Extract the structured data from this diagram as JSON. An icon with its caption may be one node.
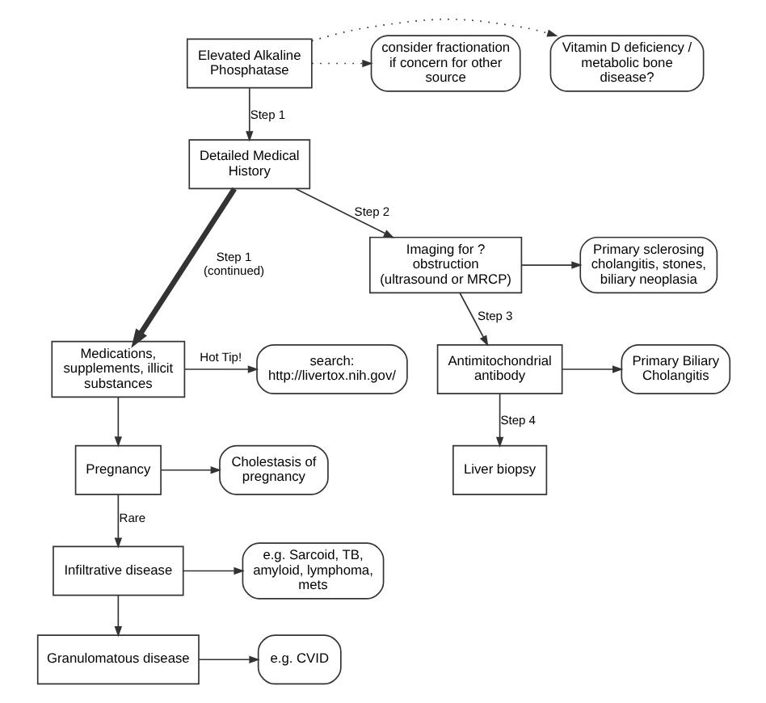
{
  "diagram": {
    "nodes": [
      {
        "text": [
          "Elevated Alkaline Phosphatase"
        ]
      },
      {
        "text": [
          "Vitamin D deficiency / metabolic bone disease?"
        ]
      },
      {
        "text": [
          "consider fractionation if concern for other source"
        ]
      },
      {
        "text": [
          "Detailed Medical History"
        ]
      },
      {
        "text": [
          "search: http://livertox.nih.gov/"
        ]
      },
      {
        "text": [
          "Medications, supplements, illicit substances"
        ]
      },
      {
        "text": [
          "Imaging for ? obstruction (ultrasound or MRCP)"
        ]
      },
      {
        "text": [
          "Primary sclerosing cholangitis, stones, biliary neoplasia"
        ]
      },
      {
        "text": [
          "Cholestasis of pregnancy"
        ]
      },
      {
        "text": [
          "Pregnancy"
        ]
      },
      {
        "text": [
          "e.g. Sarcoid, TB, amyloid, lymphoma, mets"
        ]
      },
      {
        "text": [
          "Infiltrative disease"
        ]
      },
      {
        "text": [
          "Antimitochondrial antibody"
        ]
      },
      {
        "text": [
          "Primary Biliary Cholangitis"
        ]
      },
      {
        "text": [
          "e.g. CVID"
        ]
      },
      {
        "text": [
          "Granulomatous disease"
        ]
      },
      {
        "text": [
          "Liver biopsy"
        ]
      }
    ],
    "edges": [
      {
        "from": 0,
        "to": 3,
        "arrow": "to",
        "label": "Step 1"
      },
      {
        "from": 0,
        "to": 1,
        "arrow": "to",
        "style": "dashed"
      },
      {
        "from": 0,
        "to": 2,
        "arrow": "to",
        "style": "dashed"
      },
      {
        "from": 3,
        "to": 5,
        "arrow": "to",
        "label": "Step 1 (continued)",
        "style": "thick"
      },
      {
        "from": 3,
        "to": 6,
        "arrow": "to",
        "label": "Step 2"
      },
      {
        "from": 5,
        "to": 4,
        "arrow": "to",
        "label": "Hot Tip!"
      },
      {
        "from": 5,
        "to": 9,
        "arrow": "to"
      },
      {
        "from": 9,
        "to": 8,
        "arrow": "to"
      },
      {
        "from": 9,
        "to": 11,
        "arrow": "to",
        "label": "Rare"
      },
      {
        "from": 11,
        "to": 10,
        "arrow": "to"
      },
      {
        "from": 11,
        "to": 15,
        "arrow": "to"
      },
      {
        "from": 15,
        "to": 14,
        "arrow": "to"
      },
      {
        "from": 6,
        "to": 7,
        "arrow": "to"
      },
      {
        "from": 6,
        "to": 12,
        "arrow": "to",
        "label": "Step 3"
      },
      {
        "from": 12,
        "to": 13,
        "arrow": "to"
      },
      {
        "from": 12,
        "to": 16,
        "arrow": "to",
        "label": "Step 4"
      }
    ]
  }
}
